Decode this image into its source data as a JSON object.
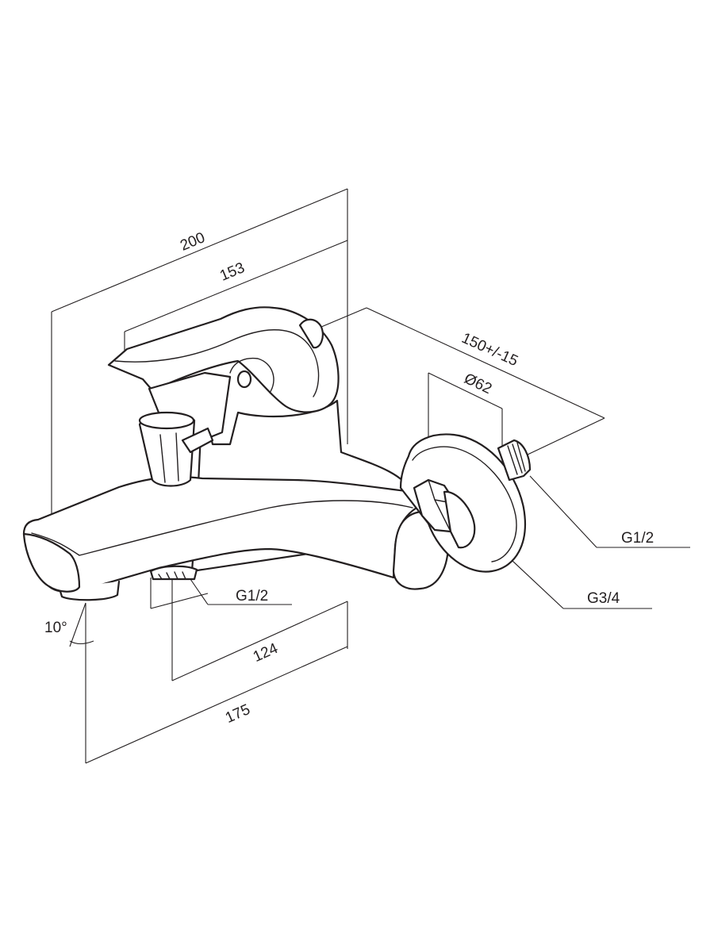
{
  "dimensions": {
    "overall_depth": "200",
    "handle_depth": "153",
    "inlet_spacing": "150+/-15",
    "flange_diameter": "Ø62",
    "inlet_thread": "G1/2",
    "eccentric_thread": "G3/4",
    "shower_outlet_thread": "G1/2",
    "outlet_spacing": "124",
    "spout_depth": "175",
    "spout_angle": "10°"
  },
  "colors": {
    "line": "#231f20",
    "background": "#ffffff"
  }
}
